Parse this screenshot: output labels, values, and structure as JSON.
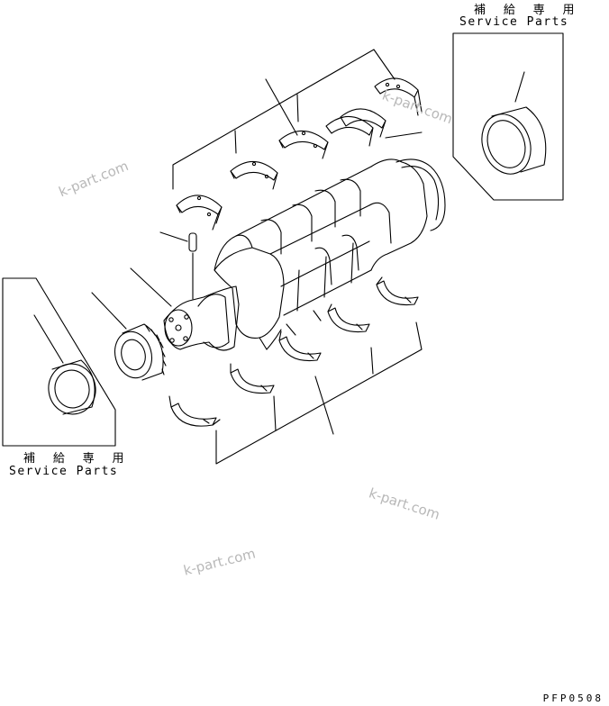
{
  "labels": {
    "service_top_jp": "補 給 専 用",
    "service_top_en": "Service Parts",
    "service_left_jp": "補 給 専 用",
    "service_left_en": "Service Parts"
  },
  "watermark": "k-part.com",
  "drawing_code": "PFP0508",
  "colors": {
    "line": "#000000",
    "watermark": "#b8b8b8",
    "background": "#ffffff"
  }
}
